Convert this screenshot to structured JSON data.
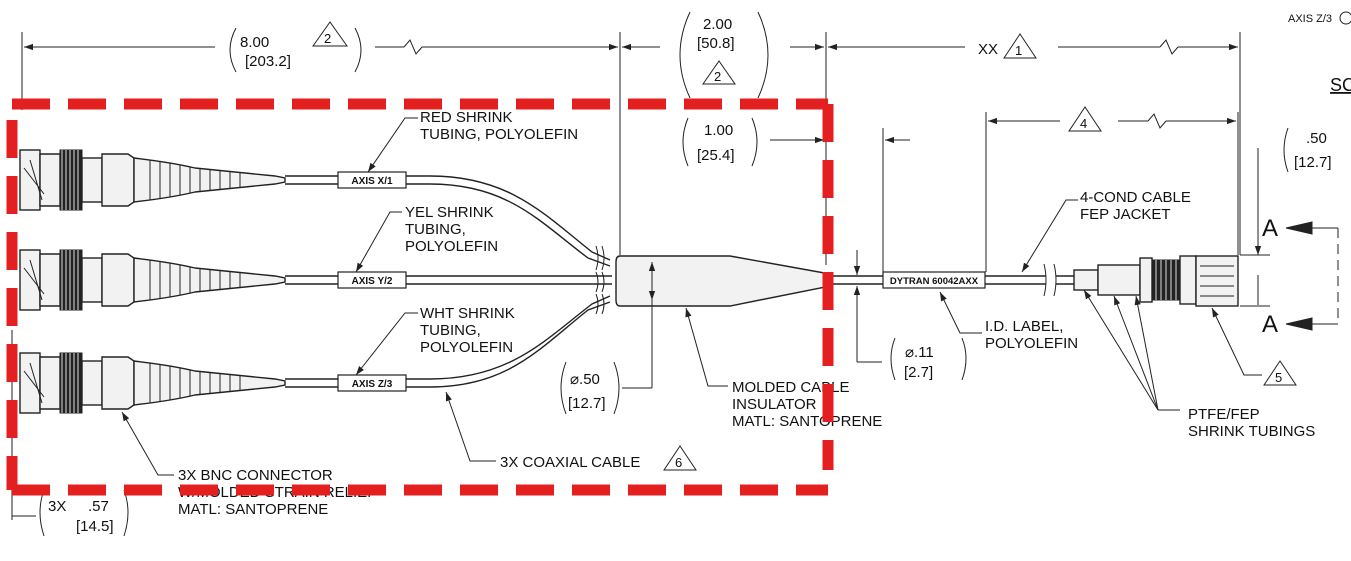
{
  "colors": {
    "highlight": "#e41f1f",
    "ink": "#222222",
    "background": "#ffffff"
  },
  "dims": {
    "bnc_to_split_in": "8.00",
    "bnc_to_split_mm": "[203.2]",
    "bnc_to_split_note": "2",
    "split_len_in": "2.00",
    "split_len_mm": "[50.8]",
    "split_len_note": "2",
    "overall_len": "XX",
    "overall_len_note": "1",
    "insulator_len_in": "1.00",
    "insulator_len_mm": "[25.4]",
    "label_pos_note": "4",
    "conn_height_in": ".50",
    "conn_height_mm": "[12.7]",
    "insulator_dia_in": "⌀.50",
    "insulator_dia_mm": "[12.7]",
    "cable_dia_in": "⌀.11",
    "cable_dia_mm": "[2.7]",
    "bnc_len_prefix": "3X",
    "bnc_len_in": ".57",
    "bnc_len_mm": "[14.5]"
  },
  "labels": {
    "red_shrink": [
      "RED SHRINK",
      "TUBING, POLYOLEFIN"
    ],
    "yel_shrink": [
      "YEL SHRINK",
      "TUBING,",
      "POLYOLEFIN"
    ],
    "wht_shrink": [
      "WHT SHRINK",
      "TUBING,",
      "POLYOLEFIN"
    ],
    "four_cond": [
      "4-COND CABLE",
      "FEP JACKET"
    ],
    "id_label": [
      "I.D. LABEL,",
      "POLYOLEFIN"
    ],
    "molded": [
      "MOLDED CABLE",
      "INSULATOR",
      "MATL: SANTOPRENE"
    ],
    "coax": "3X COAXIAL CABLE",
    "coax_note": "6",
    "bnc": [
      "3X BNC CONNECTOR",
      "W/MOLDED STRAIN RELIEF",
      "MATL: SANTOPRENE"
    ],
    "ptfe": [
      "PTFE/FEP",
      "SHRINK TUBINGS"
    ],
    "ptfe_note": "5",
    "section_letter": "A",
    "section_letter_lower": "A",
    "sc_partial": "SC",
    "axis_z3_partial": "AXIS Z/3"
  },
  "tags": {
    "axis_x": "AXIS X/1",
    "axis_y": "AXIS Y/2",
    "axis_z": "AXIS Z/3",
    "id_tag": "DYTRAN 60042AXX"
  }
}
